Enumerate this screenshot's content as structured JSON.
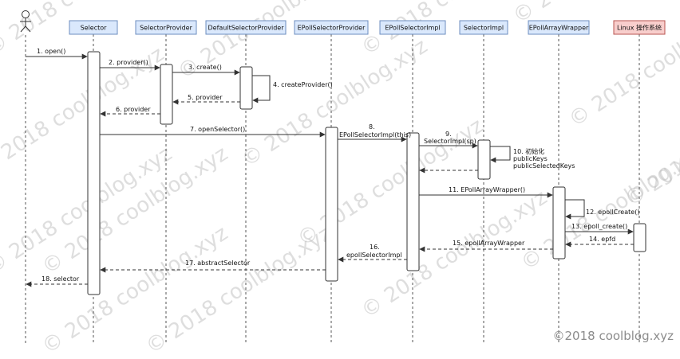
{
  "participants": [
    {
      "id": "actor",
      "label": ""
    },
    {
      "id": "selector",
      "label": "Selector"
    },
    {
      "id": "selector_provider",
      "label": "SelectorProvider"
    },
    {
      "id": "default_selector_provider",
      "label": "DefaultSelectorProvider"
    },
    {
      "id": "epoll_selector_provider",
      "label": "EPollSelectorProvider"
    },
    {
      "id": "epoll_selector_impl",
      "label": "EPollSelectorImpl"
    },
    {
      "id": "selector_impl",
      "label": "SelectorImpl"
    },
    {
      "id": "epoll_array_wrapper",
      "label": "EPollArrayWrapper"
    },
    {
      "id": "linux",
      "label": "Linux 操作系统"
    }
  ],
  "messages": [
    {
      "n": "1",
      "label": "1. open()"
    },
    {
      "n": "2",
      "label": "2. provider()"
    },
    {
      "n": "3",
      "label": "3. create()"
    },
    {
      "n": "4",
      "label": "4. createProvider()"
    },
    {
      "n": "5",
      "label": "5. provider"
    },
    {
      "n": "6",
      "label": "6. provider"
    },
    {
      "n": "7",
      "label": "7. openSelector()"
    },
    {
      "n": "8",
      "label": "8.",
      "label2": "EPollSelectorImpl(this)"
    },
    {
      "n": "9",
      "label": "9.",
      "label2": "SelectorImpl(sp)"
    },
    {
      "n": "10",
      "label": "10. 初始化",
      "label2": "publicKeys",
      "label3": "publicSelectedKeys"
    },
    {
      "n": "11",
      "label": "11. EPollArrayWrapper()"
    },
    {
      "n": "12",
      "label": "12. epollCreate()"
    },
    {
      "n": "13",
      "label": "13. epoll_create()"
    },
    {
      "n": "14",
      "label": "14. epfd"
    },
    {
      "n": "15",
      "label": "15. epollArrayWrapper"
    },
    {
      "n": "16",
      "label": "16.",
      "label2": "epollSelectorImpl"
    },
    {
      "n": "17",
      "label": "17. abstractSelector"
    },
    {
      "n": "18",
      "label": "18. selector"
    }
  ],
  "watermark": {
    "text": "© 2018 coolblog.xyz",
    "footer": "©2018 coolblog.xyz"
  },
  "colors": {
    "header_fill": "#dae8fc",
    "header_stroke": "#6c8ebf",
    "linux_fill": "#f8cecc",
    "linux_stroke": "#b85450",
    "line": "#333333",
    "watermark": "#b8b8b8"
  }
}
